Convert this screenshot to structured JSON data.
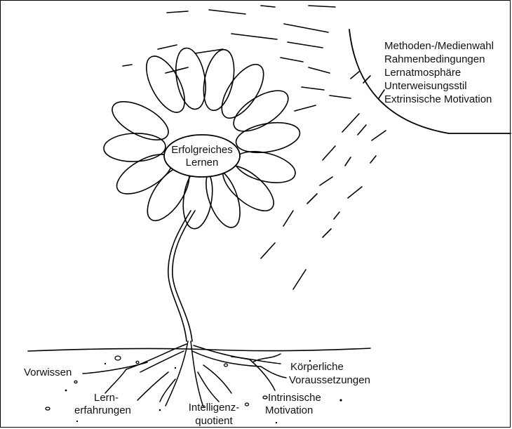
{
  "center": {
    "line1": "Erfolgreiches",
    "line2": "Lernen"
  },
  "sun_factors": [
    "Methoden-/Medienwahl",
    "Rahmenbedingungen",
    "Lernatmosphäre",
    "Unterweisungsstil",
    "Extrinsische Motivation"
  ],
  "roots": {
    "vorwissen": "Vorwissen",
    "lernerfahrungen_1": "Lern-",
    "lernerfahrungen_2": "erfahrungen",
    "intelligenz_1": "Intelligenz-",
    "intelligenz_2": "quotient",
    "intrinsisch_1": "Intrinsische",
    "intrinsisch_2": "Motivation",
    "koerper_1": "Körperliche",
    "koerper_2": "Voraussetzungen"
  }
}
